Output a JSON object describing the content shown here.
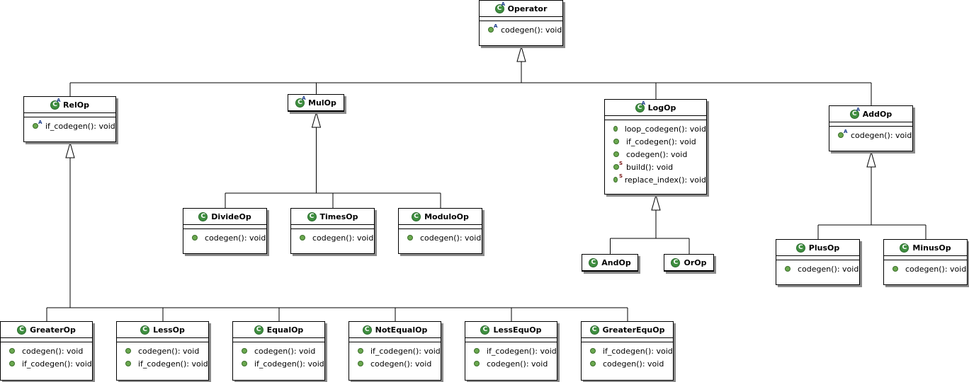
{
  "classes": {
    "operator": {
      "name": "Operator",
      "icon": "abstract-class-icon",
      "ops": [
        {
          "label": "codegen(): void",
          "modifier": "A"
        }
      ]
    },
    "relop": {
      "name": "RelOp",
      "icon": "abstract-class-icon",
      "ops": [
        {
          "label": "if_codegen(): void",
          "modifier": "A"
        }
      ]
    },
    "mulop": {
      "name": "MulOp",
      "icon": "abstract-class-icon",
      "ops": []
    },
    "logop": {
      "name": "LogOp",
      "icon": "abstract-class-icon",
      "ops": [
        {
          "label": "loop_codegen(): void",
          "modifier": ""
        },
        {
          "label": "if_codegen(): void",
          "modifier": ""
        },
        {
          "label": "codegen(): void",
          "modifier": ""
        },
        {
          "label": "build(): void",
          "modifier": "S"
        },
        {
          "label": "replace_index(): void",
          "modifier": "S"
        }
      ]
    },
    "addop": {
      "name": "AddOp",
      "icon": "abstract-class-icon",
      "ops": [
        {
          "label": "codegen(): void",
          "modifier": "A"
        }
      ]
    },
    "divideop": {
      "name": "DivideOp",
      "icon": "class-icon",
      "ops": [
        {
          "label": "codegen(): void",
          "modifier": ""
        }
      ]
    },
    "timesop": {
      "name": "TimesOp",
      "icon": "class-icon",
      "ops": [
        {
          "label": "codegen(): void",
          "modifier": ""
        }
      ]
    },
    "moduloop": {
      "name": "ModuloOp",
      "icon": "class-icon",
      "ops": [
        {
          "label": "codegen(): void",
          "modifier": ""
        }
      ]
    },
    "andop": {
      "name": "AndOp",
      "icon": "class-icon",
      "ops": []
    },
    "orop": {
      "name": "OrOp",
      "icon": "class-icon",
      "ops": []
    },
    "plusop": {
      "name": "PlusOp",
      "icon": "class-icon",
      "ops": [
        {
          "label": "codegen(): void",
          "modifier": ""
        }
      ]
    },
    "minusop": {
      "name": "MinusOp",
      "icon": "class-icon",
      "ops": [
        {
          "label": "codegen(): void",
          "modifier": ""
        }
      ]
    },
    "greaterop": {
      "name": "GreaterOp",
      "icon": "class-icon",
      "ops": [
        {
          "label": "codegen(): void",
          "modifier": ""
        },
        {
          "label": "if_codegen(): void",
          "modifier": ""
        }
      ]
    },
    "lessop": {
      "name": "LessOp",
      "icon": "class-icon",
      "ops": [
        {
          "label": "codegen(): void",
          "modifier": ""
        },
        {
          "label": "if_codegen(): void",
          "modifier": ""
        }
      ]
    },
    "equalop": {
      "name": "EqualOp",
      "icon": "class-icon",
      "ops": [
        {
          "label": "codegen(): void",
          "modifier": ""
        },
        {
          "label": "if_codegen(): void",
          "modifier": ""
        }
      ]
    },
    "notequalop": {
      "name": "NotEqualOp",
      "icon": "class-icon",
      "ops": [
        {
          "label": "if_codegen(): void",
          "modifier": ""
        },
        {
          "label": "codegen(): void",
          "modifier": ""
        }
      ]
    },
    "lessequop": {
      "name": "LessEquOp",
      "icon": "class-icon",
      "ops": [
        {
          "label": "if_codegen(): void",
          "modifier": ""
        },
        {
          "label": "codegen(): void",
          "modifier": ""
        }
      ]
    },
    "greaterequop": {
      "name": "GreaterEquOp",
      "icon": "class-icon",
      "ops": [
        {
          "label": "if_codegen(): void",
          "modifier": ""
        },
        {
          "label": "codegen(): void",
          "modifier": ""
        }
      ]
    }
  },
  "relationships": [
    {
      "type": "generalization",
      "parent": "operator",
      "children": [
        "relop",
        "mulop",
        "logop",
        "addop"
      ]
    },
    {
      "type": "generalization",
      "parent": "mulop",
      "children": [
        "divideop",
        "timesop",
        "moduloop"
      ]
    },
    {
      "type": "generalization",
      "parent": "logop",
      "children": [
        "andop",
        "orop"
      ]
    },
    {
      "type": "generalization",
      "parent": "addop",
      "children": [
        "plusop",
        "minusop"
      ]
    },
    {
      "type": "generalization",
      "parent": "relop",
      "children": [
        "greaterop",
        "lessop",
        "equalop",
        "notequalop",
        "lessequop",
        "greaterequop"
      ]
    }
  ],
  "colors": {
    "class_icon": "#3f8f40",
    "method_dot": "#6aa84f",
    "static_marker": "#7a1414",
    "abstract_marker": "#1a3a8a"
  }
}
